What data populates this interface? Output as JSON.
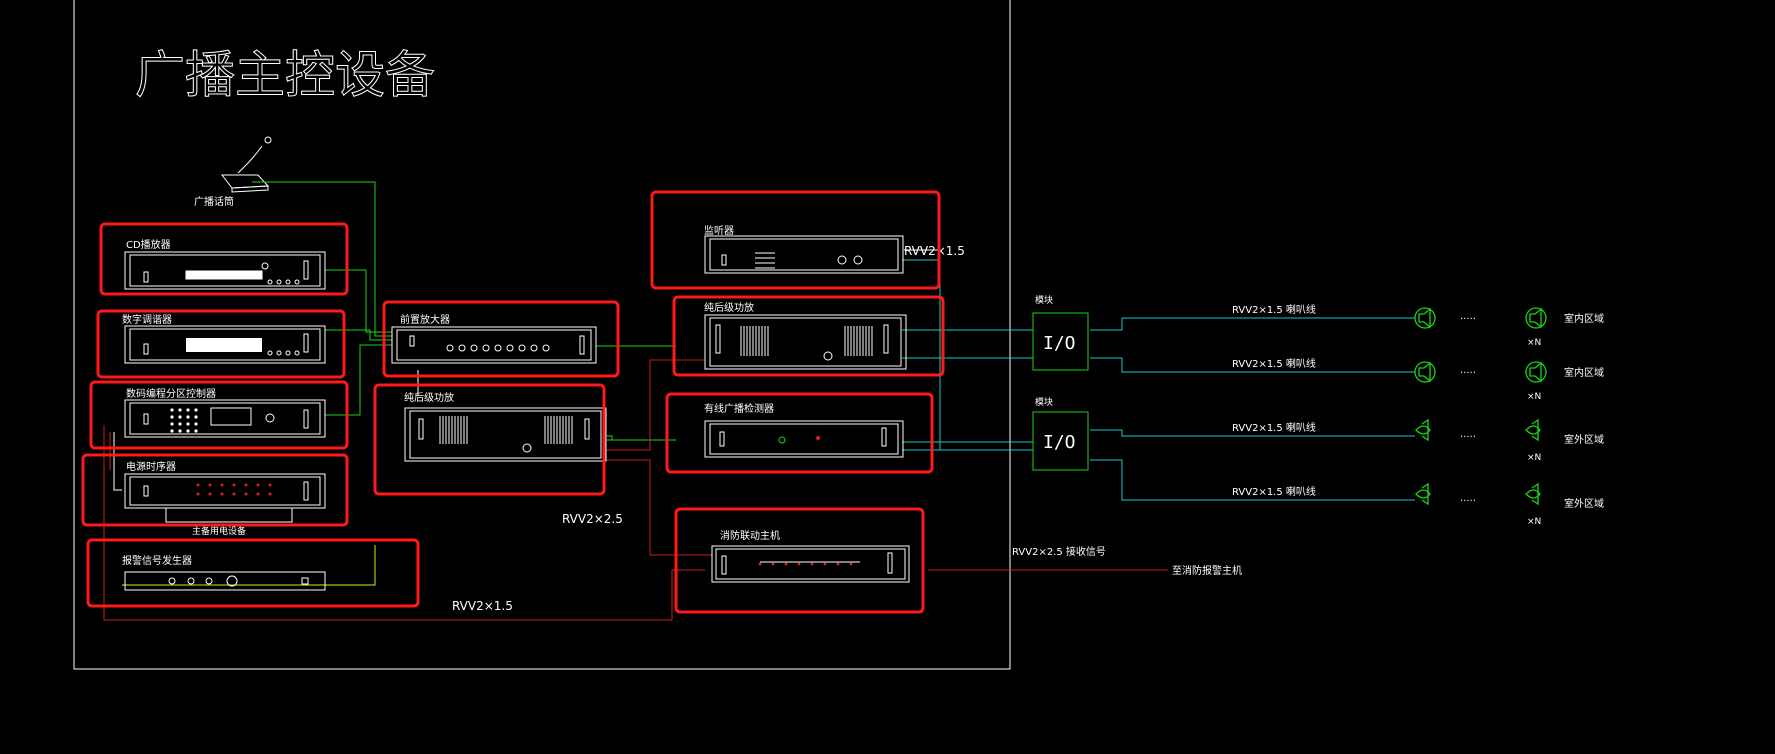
{
  "title": "广播主控设备",
  "microphone": {
    "label": "广播话筒"
  },
  "devices": [
    {
      "id": "cd",
      "label": "CD播放器"
    },
    {
      "id": "tuner",
      "label": "数字调谐器"
    },
    {
      "id": "zone",
      "label": "数码编程分区控制器"
    },
    {
      "id": "sequencer",
      "label": "电源时序器"
    },
    {
      "id": "alarm",
      "label": "报警信号发生器"
    },
    {
      "id": "preamp",
      "label": "前置放大器"
    },
    {
      "id": "amp1",
      "label": "纯后级功放"
    },
    {
      "id": "monitor",
      "label": "监听器"
    },
    {
      "id": "amp2",
      "label": "纯后级功放"
    },
    {
      "id": "fault",
      "label": "有线广播检测器"
    },
    {
      "id": "fire",
      "label": "消防联动主机"
    }
  ],
  "backup_label": "主备用电设备",
  "cable_labels": {
    "monitor_cable": "RVV2×1.5",
    "amp_cable": "RVV2×2.5",
    "bottom_cable": "RVV2×1.5",
    "fire_cable": "RVV2×2.5 接收信号",
    "to_fire_host": "至消防报警主机"
  },
  "modules": [
    {
      "label": "模块",
      "io": "I/O"
    },
    {
      "label": "模块",
      "io": "I/O"
    }
  ],
  "speaker_lines": [
    {
      "cable": "RVV2×1.5 喇叭线",
      "area": "室内区域",
      "count": "×N",
      "type": "indoor"
    },
    {
      "cable": "RVV2×1.5 喇叭线",
      "area": "室内区域",
      "count": "×N",
      "type": "indoor"
    },
    {
      "cable": "RVV2×1.5 喇叭线",
      "area": "室外区域",
      "count": "×N",
      "type": "outdoor"
    },
    {
      "cable": "RVV2×1.5 喇叭线",
      "area": "室外区域",
      "count": "×N",
      "type": "outdoor"
    }
  ],
  "ellipsis": "·····",
  "colors": {
    "background": "#000000",
    "highlight": "#ff1a1a",
    "wire_green": "#19d419",
    "wire_cyan": "#19c8c8",
    "wire_red": "#c81e1e",
    "wire_yellow": "#e6e619"
  }
}
